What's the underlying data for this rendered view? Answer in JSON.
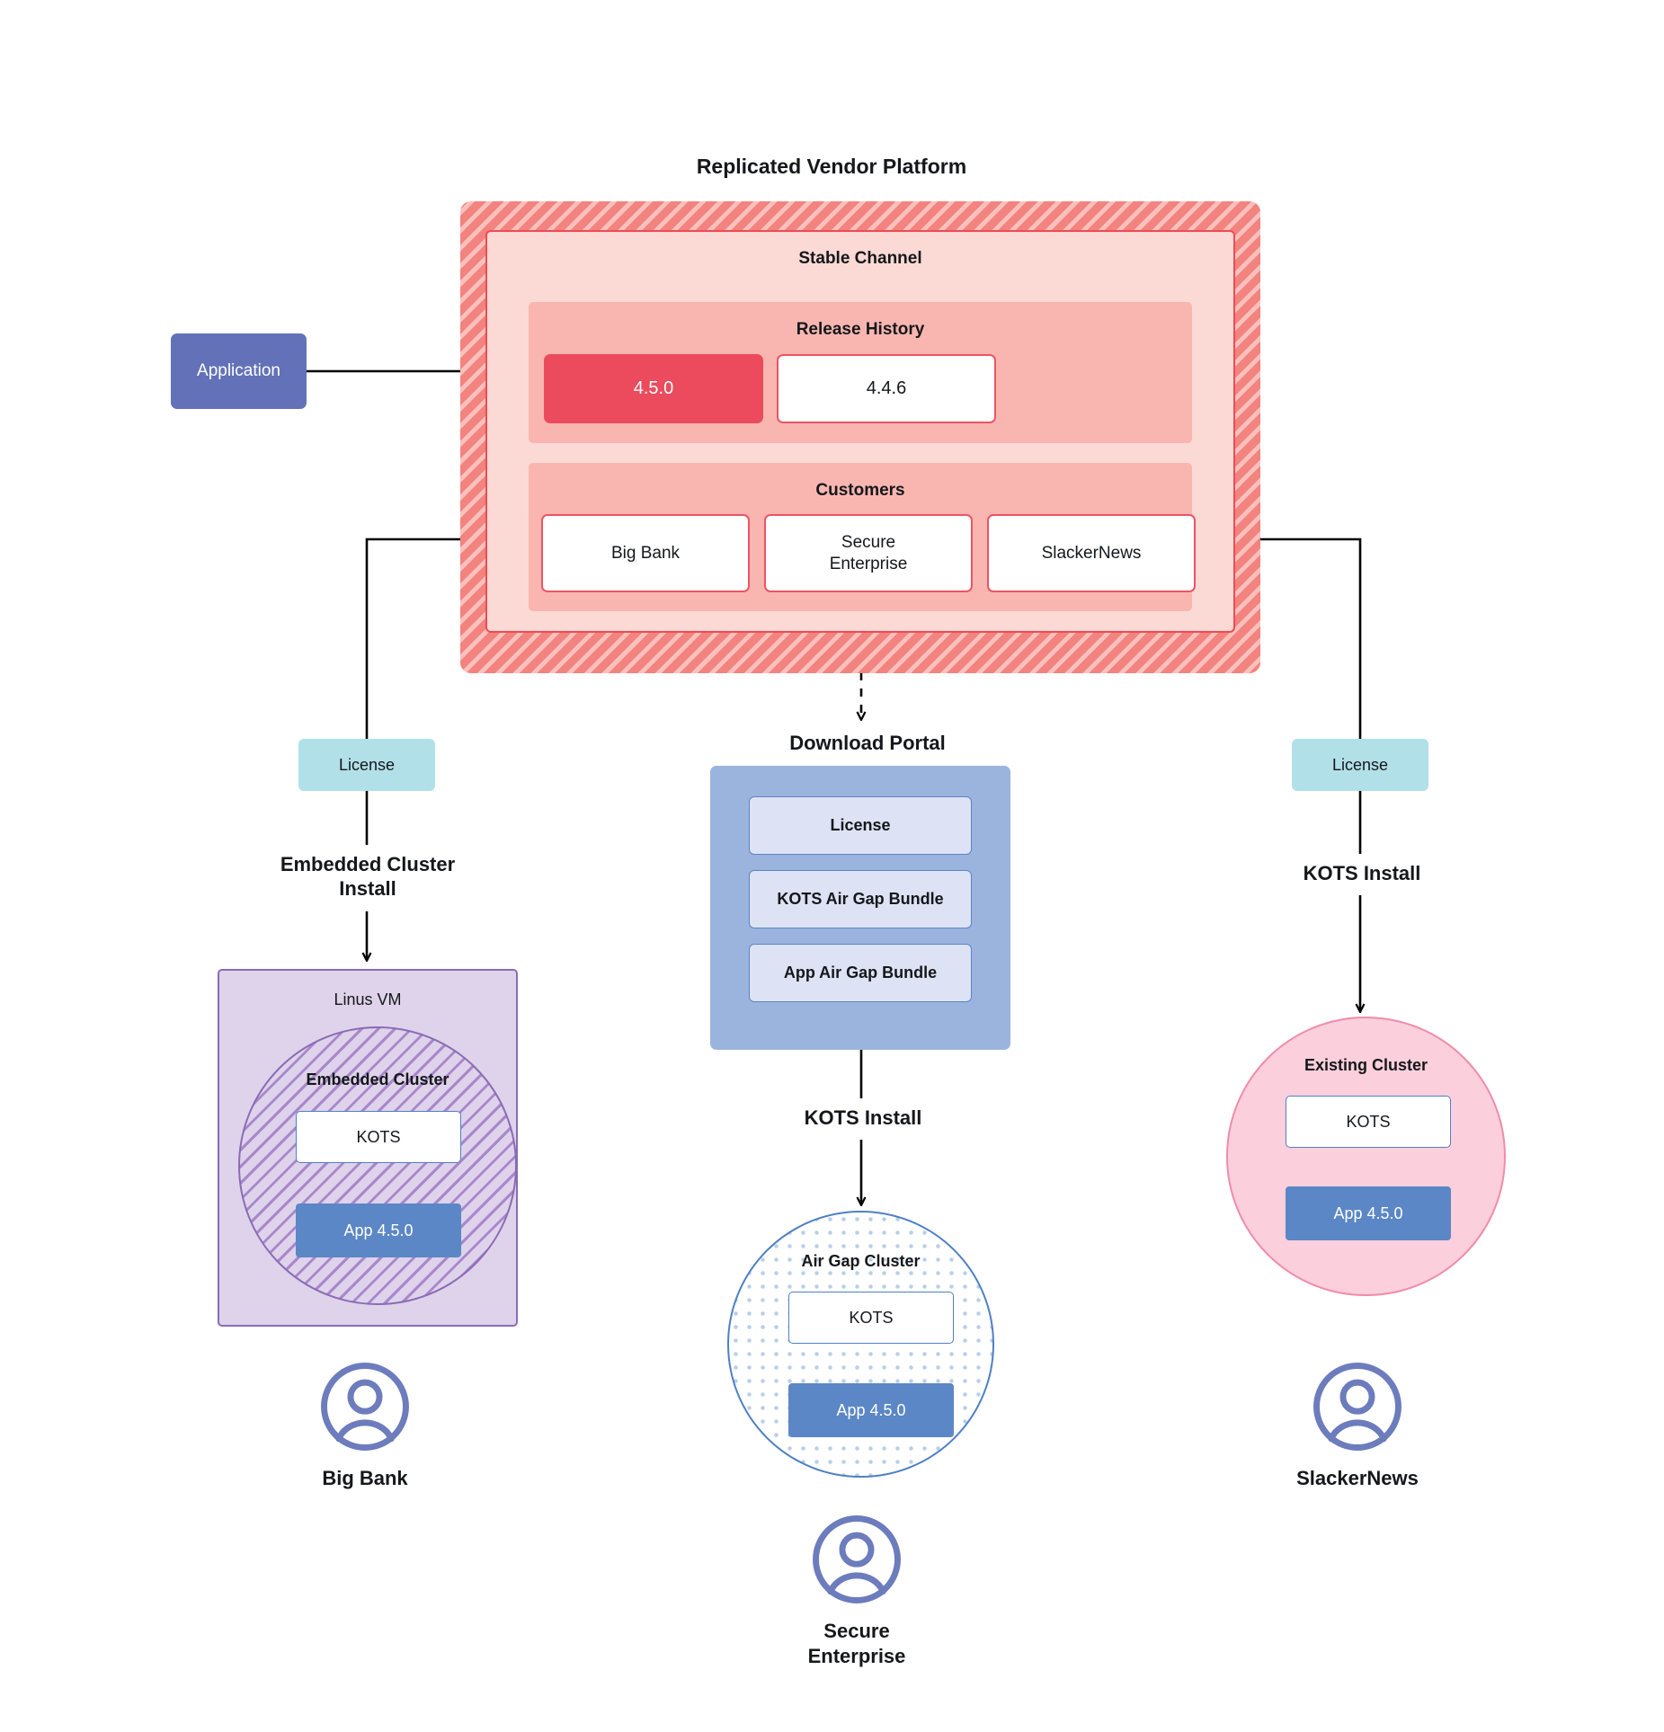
{
  "diagram": {
    "title": "Replicated Vendor Platform",
    "application": {
      "label": "Application"
    },
    "stable_channel": {
      "title": "Stable Channel",
      "release_history": {
        "title": "Release History",
        "releases": [
          {
            "version": "4.5.0",
            "state": "current"
          },
          {
            "version": "4.4.6",
            "state": "previous"
          }
        ]
      },
      "customers": {
        "title": "Customers",
        "items": [
          {
            "name": "Big Bank"
          },
          {
            "name": "Secure\nEnterprise"
          },
          {
            "name": "SlackerNews"
          }
        ]
      }
    },
    "licenses": {
      "left_label": "License",
      "right_label": "License"
    },
    "download_portal": {
      "title": "Download  Portal",
      "items": [
        {
          "label": "License"
        },
        {
          "label": "KOTS Air Gap Bundle"
        },
        {
          "label": "App Air Gap Bundle"
        }
      ]
    },
    "edge_labels": {
      "embedded_cluster_install": "Embedded Cluster\nInstall",
      "kots_install_right": "KOTS Install",
      "kots_install_middle": "KOTS Install"
    },
    "left_branch": {
      "vm_title": "Linus VM",
      "cluster_title": "Embedded Cluster",
      "kots_label": "KOTS",
      "app_label": "App 4.5.0",
      "persona": "Big Bank"
    },
    "middle_branch": {
      "cluster_title": "Air Gap Cluster",
      "kots_label": "KOTS",
      "app_label": "App 4.5.0",
      "persona": "Secure\nEnterprise"
    },
    "right_branch": {
      "cluster_title": "Existing Cluster",
      "kots_label": "KOTS",
      "app_label": "App 4.5.0",
      "persona": "SlackerNews"
    },
    "colors": {
      "platform_hatch": "#f2837f",
      "platform_hatch_stripe": "#fbc0bc",
      "channel_bg": "#fbd9d5",
      "channel_border": "#ee4b53",
      "section_bg": "#f9b6b0",
      "release_current": "#eb4b5c",
      "customer_border": "#ef5363",
      "application_blue": "#6372b8",
      "license_teal": "#b2e0e8",
      "portal_blue": "#9bb4de",
      "portal_item_blue": "#dde3f5",
      "portal_item_border": "#5b84c4",
      "vm_purple": "#ded3ea",
      "vm_purple_border": "#8a6bb5",
      "airgap_border": "#4f80c4",
      "airgap_dots": "#b8cfe9",
      "existing_pink": "#fbcfdb",
      "existing_border": "#ef8cab",
      "app_blue": "#5b87c6",
      "persona_blue": "#6c7cbd",
      "wire_black": "#000000"
    }
  }
}
